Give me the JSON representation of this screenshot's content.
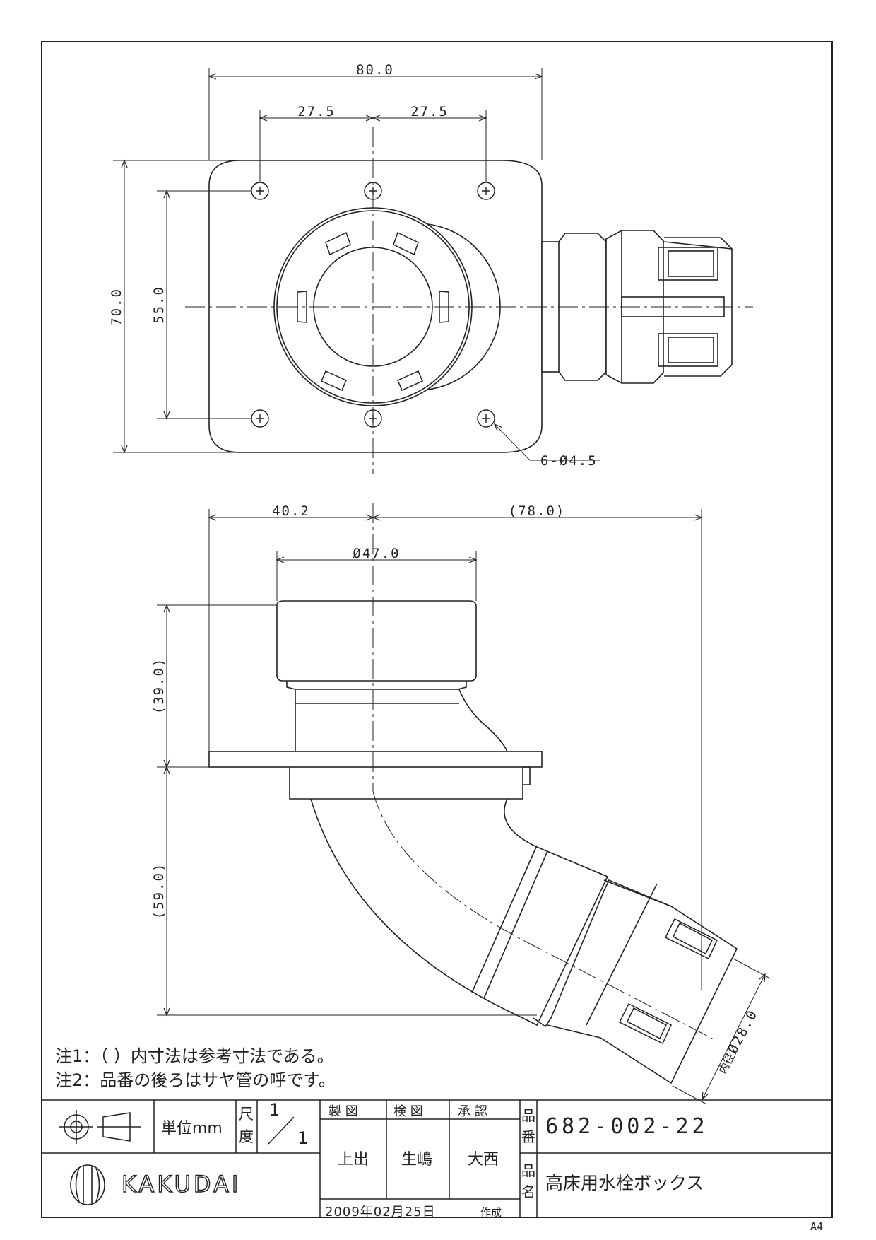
{
  "dimensions": {
    "top_width": "80.0",
    "hole_pitch_left": "27.5",
    "hole_pitch_right": "27.5",
    "height_outer": "70.0",
    "height_inner": "55.0",
    "holes": "6-Ø4.5",
    "side_left": "40.2",
    "side_right": "(78.0)",
    "cap_diameter": "Ø47.0",
    "upper_height": "(39.0)",
    "lower_height": "(59.0)",
    "inner_diameter_prefix": "内径",
    "inner_diameter_value": "Ø28.0"
  },
  "notes": {
    "note1": "注1：（ ）内寸法は参考寸法である。",
    "note2": "注2：品番の後ろはサヤ管の呼です。"
  },
  "title_block": {
    "unit_label": "単位mm",
    "scale_label_1": "尺",
    "scale_label_2": "度",
    "scale_num": "1",
    "scale_den": "1",
    "drawn_label": "製 図",
    "checked_label": "検 図",
    "approved_label": "承 認",
    "drawn_by": "上出",
    "checked_by": "生嶋",
    "approved_by": "大西",
    "part_no_label_1": "品",
    "part_no_label_2": "番",
    "part_no": "682-002-22",
    "name_label_1": "品",
    "name_label_2": "名",
    "product_name": "高床用水栓ボックス",
    "date": "2009年02月25日",
    "created": "作成",
    "brand": "KAKUDAI",
    "paper_size": "A4"
  }
}
